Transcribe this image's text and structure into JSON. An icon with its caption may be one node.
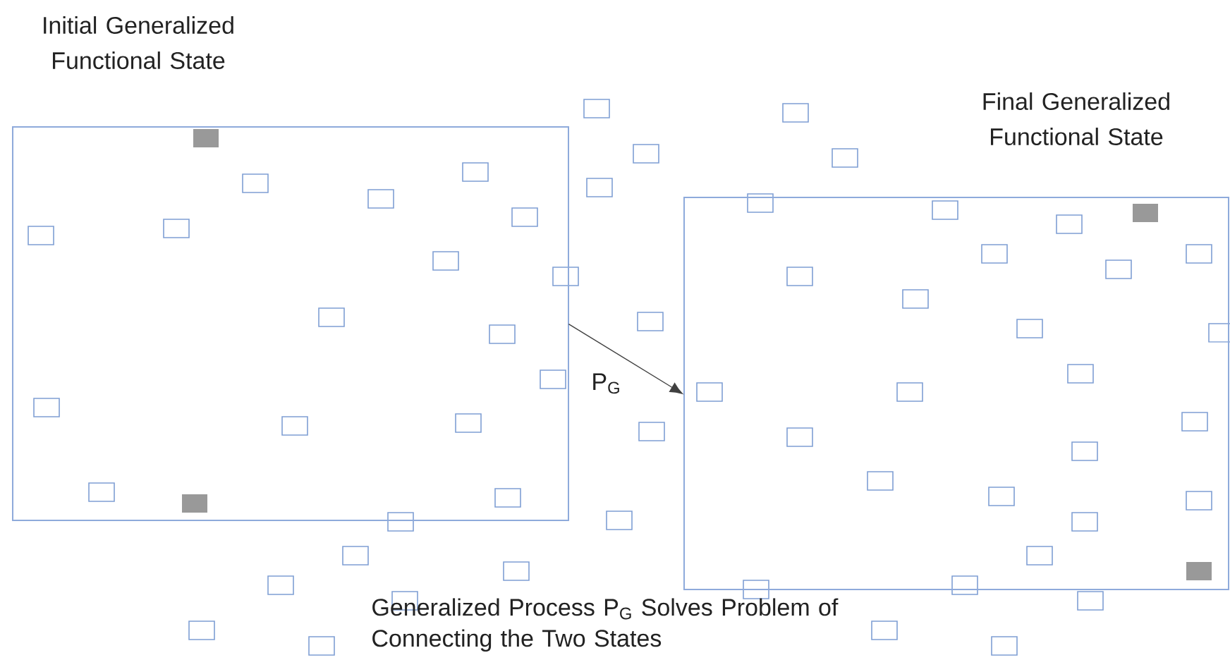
{
  "diagram": {
    "nodes": [
      {
        "text": [
          "Initial Generalized Functional State"
        ]
      },
      {
        "text": [
          "Final Generalized Functional State"
        ]
      }
    ],
    "edges": [
      {
        "from": 0,
        "to": 1,
        "arrow": "to",
        "label": "P$_{G}$"
      }
    ],
    "caption": "Generalized Process P$_{G}$ Solves Problem of Connecting the Two States"
  }
}
